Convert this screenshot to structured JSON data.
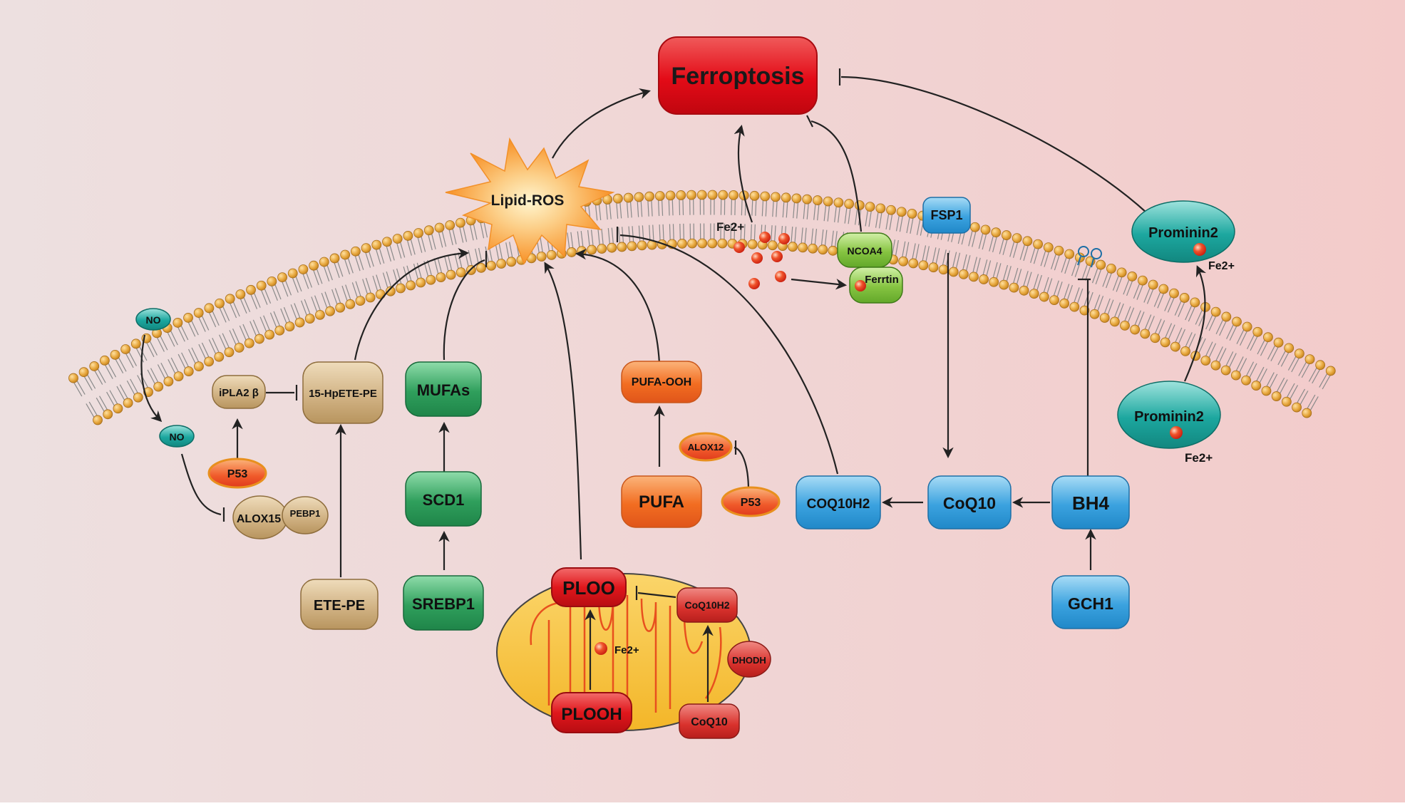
{
  "colors": {
    "background_left": "#ede0e0",
    "background_right": "#f3cccb",
    "membrane_head": "#e6a53a",
    "red_node": "#e0171c",
    "orange_node": "#f06a1f",
    "tan_node": "#c7a776",
    "green_node": "#2e9e5b",
    "blue_node": "#3aa0dd",
    "teal_node": "#1aa6a0",
    "lime_node": "#86c441",
    "mito_fill": "#f6c23a",
    "mito_crista": "#e8501e",
    "iron": "#e5331f"
  },
  "nodes": {
    "ferroptosis": "Ferroptosis",
    "lipid_ros": "Lipid-ROS",
    "fe2_membrane": "Fe2+",
    "fe2_mito": "Fe2+",
    "fe2_prominin_top": "Fe2+",
    "fe2_prominin_bottom": "Fe2+",
    "no_top": "NO",
    "no_bottom": "NO",
    "ipla2b": "iPLA2 β",
    "hpete": "15-HpETE-PE",
    "p53_left": "P53",
    "alox15": "ALOX15",
    "pebp1": "PEBP1",
    "ete_pe": "ETE-PE",
    "mufas": "MUFAs",
    "scd1": "SCD1",
    "srebp1": "SREBP1",
    "pufa_ooh": "PUFA-OOH",
    "alox12": "ALOX12",
    "pufa": "PUFA",
    "p53_right": "P53",
    "ploo": "PLOO",
    "plooh": "PLOOH",
    "coq10h2_mito": "CoQ10H2",
    "dhodh": "DHODH",
    "coq10_mito": "CoQ10",
    "ncoa4": "NCOA4",
    "ferritin": "Ferrtin",
    "fsp1": "FSP1",
    "coq10h2": "COQ10H2",
    "coq10": "CoQ10",
    "bh4": "BH4",
    "gch1": "GCH1",
    "prominin2_top": "Prominin2",
    "prominin2_bottom": "Prominin2"
  }
}
